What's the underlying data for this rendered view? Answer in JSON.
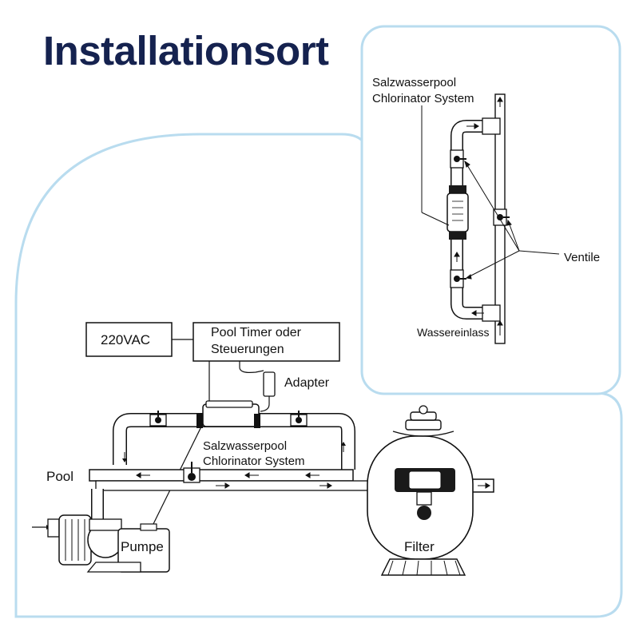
{
  "title": "Installationsort",
  "colors": {
    "title": "#15224f",
    "panel_border": "#b9dcef",
    "line": "#111111",
    "pipe_fill": "#ffffff",
    "fitting_fill": "#1a1a1a"
  },
  "main": {
    "power_label": "220VAC",
    "timer_label_1": "Pool Timer oder",
    "timer_label_2": "Steuerungen",
    "adapter_label": "Adapter",
    "chlorinator_label_1": "Salzwasserpool",
    "chlorinator_label_2": "Chlorinator System",
    "pool_label": "Pool",
    "pump_label": "Pumpe",
    "filter_label": "Filter"
  },
  "inset": {
    "chlorinator_label_1": "Salzwasserpool",
    "chlorinator_label_2": "Chlorinator System",
    "valves_label": "Ventile",
    "inlet_label": "Wassereinlass"
  }
}
